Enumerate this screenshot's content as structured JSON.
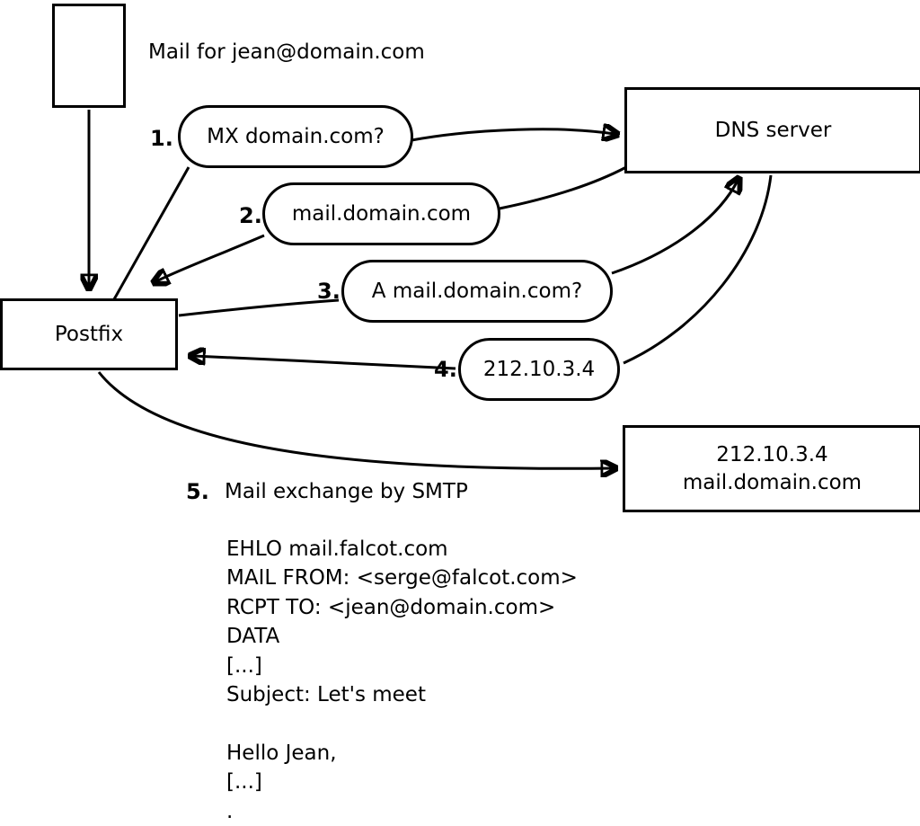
{
  "diagram": {
    "colors": {
      "stroke": "#000000",
      "fill": "#ffffff",
      "text": "#000000"
    },
    "mail_label": "Mail for jean@domain.com",
    "nodes": {
      "postfix": "Postfix",
      "dns": "DNS server",
      "target_line1": "212.10.3.4",
      "target_line2": "mail.domain.com"
    },
    "steps": [
      {
        "num": "1.",
        "label": "MX domain.com?"
      },
      {
        "num": "2.",
        "label": "mail.domain.com"
      },
      {
        "num": "3.",
        "label": "A mail.domain.com?"
      },
      {
        "num": "4.",
        "label": "212.10.3.4"
      },
      {
        "num": "5.",
        "label": "Mail exchange by SMTP"
      }
    ],
    "smtp_session": [
      "EHLO mail.falcot.com",
      "MAIL FROM: <serge@falcot.com>",
      "RCPT TO: <jean@domain.com>",
      "DATA",
      "[...]",
      "Subject: Let's meet",
      "",
      "Hello Jean,",
      "[...]",
      "."
    ]
  }
}
